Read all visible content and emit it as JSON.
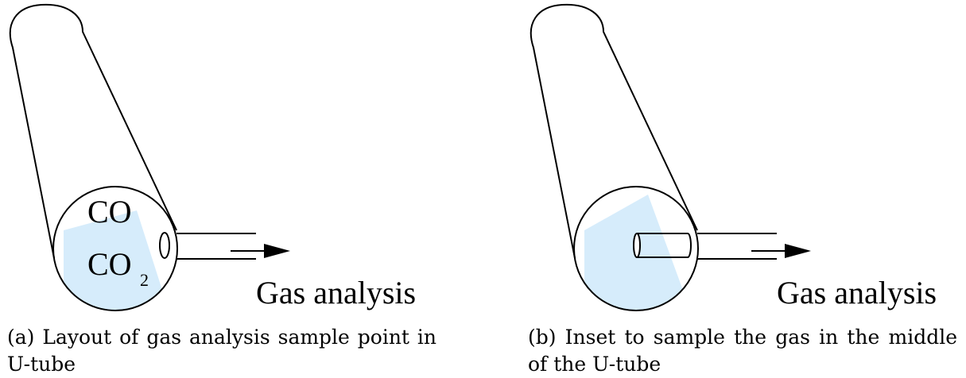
{
  "panel_a": {
    "gas_labels": {
      "co": "CO",
      "co2_main": "CO",
      "co2_subscript": "2"
    },
    "output_label": "Gas analysis",
    "caption": "(a) Layout of gas analysis sample point in U-tube"
  },
  "panel_b": {
    "output_label": "Gas analysis",
    "caption": "(b) Inset to sample the gas in the middle of the U-tube"
  },
  "colors": {
    "gas_fill": "#d6ecfb",
    "stroke": "#000000"
  }
}
